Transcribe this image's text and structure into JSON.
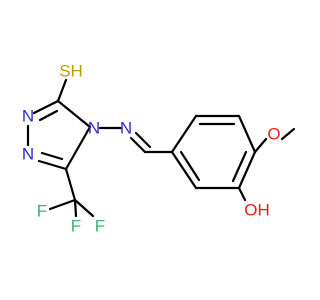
{
  "molecule": {
    "atoms": {
      "thiol": "SH",
      "triazole_n1": "N",
      "triazole_n2": "N",
      "triazole_n4": "N",
      "imine_n": "N",
      "fluorine_1": "F",
      "fluorine_2": "F",
      "fluorine_3": "F",
      "methoxy_o": "O",
      "hydroxyl": "OH"
    },
    "colors": {
      "bond": "#000000",
      "nitrogen": "#2b2bd9",
      "oxygen": "#e8201c",
      "fluorine": "#3cb371",
      "sulfur": "#b5a000"
    }
  }
}
